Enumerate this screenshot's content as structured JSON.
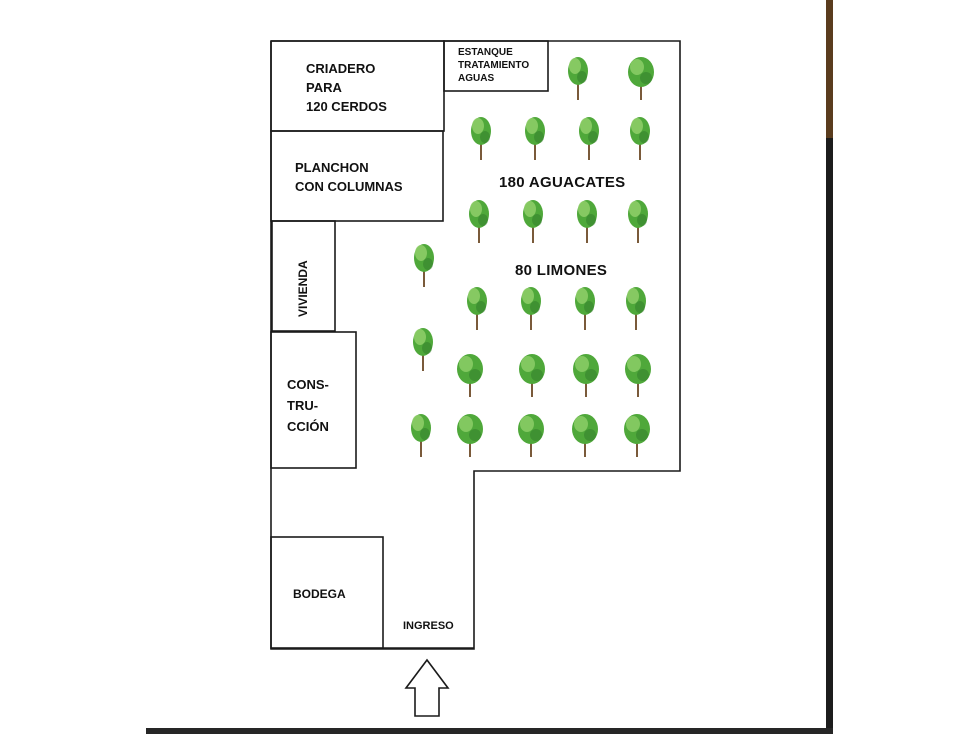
{
  "plan": {
    "rooms": {
      "criadero": "CRIADERO\nPARA\n120 CERDOS",
      "estanque": "ESTANQUE\nTRATAMIENTO\nAGUAS",
      "planchon": "PLANCHON\nCON COLUMNAS",
      "vivienda": "VIVIENDA",
      "construccion": "CONS-\nTRU-\nCCIÓN",
      "bodega": "BODEGA",
      "ingreso": "INGRESO"
    },
    "crops": {
      "aguacates": "180 AGUACATES",
      "limones": "80 LIMONES"
    }
  },
  "colors": {
    "line": "#1a1a1a",
    "tree_light": "#8fcf6a",
    "tree_mid": "#4fa83a",
    "tree_dark": "#2f7a2a",
    "trunk": "#7a5a3a"
  }
}
